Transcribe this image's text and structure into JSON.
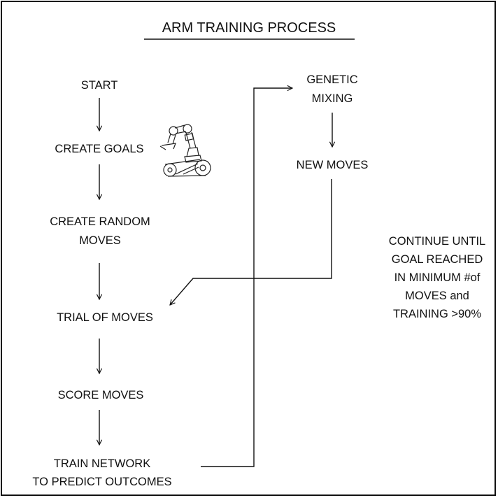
{
  "title": "ARM TRAINING PROCESS",
  "steps": {
    "start": "START",
    "create_goals": "CREATE GOALS",
    "create_random_moves": [
      "CREATE RANDOM",
      "MOVES"
    ],
    "trial_of_moves": "TRIAL OF MOVES",
    "score_moves": "SCORE MOVES",
    "train_network": [
      "TRAIN NETWORK",
      "TO PREDICT OUTCOMES"
    ],
    "genetic_mixing": [
      "GENETIC",
      "MIXING"
    ],
    "new_moves": "NEW MOVES"
  },
  "note": [
    "CONTINUE UNTIL",
    "GOAL REACHED",
    "IN MINIMUM #of",
    "MOVES and",
    "TRAINING >90%"
  ],
  "icons": {
    "robot": "robot-arm-icon"
  },
  "colors": {
    "ink": "#111111",
    "background": "#ffffff"
  }
}
